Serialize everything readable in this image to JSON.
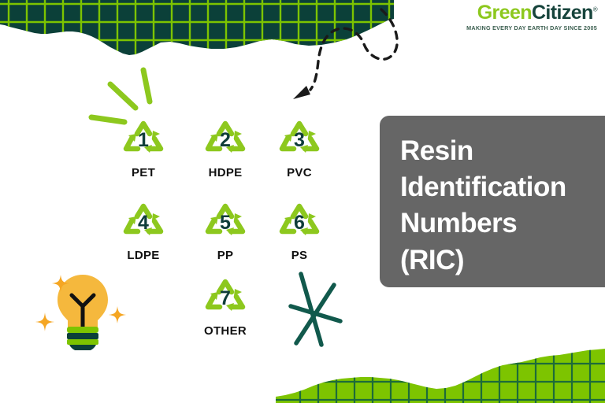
{
  "brand": {
    "name_part1": "Green",
    "name_part2": "Citizen",
    "registered_mark": "®",
    "tagline": "MAKING EVERY DAY EARTH DAY SINCE 2005"
  },
  "title_panel": {
    "lines": [
      "Resin",
      "Identification",
      "Numbers",
      "(RIC)"
    ],
    "background_color": "#666666",
    "text_color": "#ffffff"
  },
  "resin_codes": [
    {
      "number": "1",
      "label": "PET"
    },
    {
      "number": "2",
      "label": "HDPE"
    },
    {
      "number": "3",
      "label": "PVC"
    },
    {
      "number": "4",
      "label": "LDPE"
    },
    {
      "number": "5",
      "label": "PP"
    },
    {
      "number": "6",
      "label": "PS"
    },
    {
      "number": "7",
      "label": "OTHER"
    }
  ],
  "decorations": {
    "lightbulb_icon": "lightbulb-icon",
    "sparkle_icon": "sparkle-icon",
    "rays_icon": "rays-icon",
    "asterisk_icon": "asterisk-icon",
    "dashed_arrow_icon": "dashed-arrow-icon"
  },
  "colors": {
    "bright_green": "#8DC81E",
    "leaf_green": "#7DC400",
    "dark_teal": "#0F3D3A",
    "deep_green": "#0B4039",
    "bulb_yellow": "#F5B83D",
    "sparkle_orange": "#F5A623",
    "panel_gray": "#666666",
    "label_black": "#111111"
  }
}
